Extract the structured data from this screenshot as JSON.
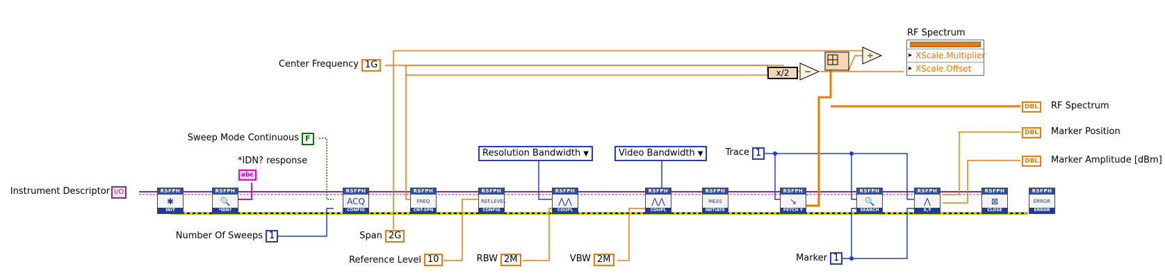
{
  "labels": {
    "instrument_descriptor": "Instrument Descriptor",
    "idn_response": "*IDN? response",
    "sweep_mode_continuous": "Sweep Mode Continuous",
    "number_of_sweeps": "Number Of Sweeps",
    "center_frequency": "Center Frequency",
    "span": "Span",
    "reference_level": "Reference Level",
    "rbw": "RBW",
    "vbw": "VBW",
    "trace": "Trace",
    "marker": "Marker",
    "rf_spectrum_graph": "RF Spectrum",
    "rf_spectrum_out": "RF Spectrum",
    "marker_position": "Marker Position",
    "marker_amplitude": "Marker Amplitude [dBm]"
  },
  "constants": {
    "center_frequency": "1G",
    "span": "2G",
    "reference_level": "10",
    "rbw": "2M",
    "vbw": "2M",
    "trace": "1",
    "marker": "1",
    "number_of_sweeps": "1",
    "sweep_mode_continuous": "F"
  },
  "rings": {
    "resolution_bandwidth": "Resolution Bandwidth",
    "video_bandwidth": "Video Bandwidth"
  },
  "terminals": {
    "io": "I/O",
    "abc": "abc",
    "dbl": "DBL"
  },
  "property_node": {
    "row1": "XScale.Multiplier",
    "row2": "XScale.Offset"
  },
  "primitives": {
    "x_div_2": "x/2"
  },
  "vis": [
    {
      "header": "RSFPH",
      "footer": "INIT",
      "glyph": "✱"
    },
    {
      "header": "RSFPH",
      "footer": "*IDN?",
      "glyph": "🔍"
    },
    {
      "header": "RSFPH",
      "footer": "CONFIG",
      "glyph": "ACQ"
    },
    {
      "header": "RSFPH",
      "footer": "CNT-SPN",
      "glyph": "FREQ"
    },
    {
      "header": "RSFPH",
      "footer": "CONFIG",
      "glyph": "REF.LEVEL"
    },
    {
      "header": "RSFPH",
      "footer": "COUPL",
      "glyph": "⋀⋀"
    },
    {
      "header": "RSFPH",
      "footer": "COUPL",
      "glyph": "⋀⋀"
    },
    {
      "header": "RSFPH",
      "footer": "INITIATE",
      "glyph": "MEAS"
    },
    {
      "header": "RSFPH",
      "footer": "FETCH Y",
      "glyph": "↘"
    },
    {
      "header": "RSFPH",
      "footer": "SEARCH",
      "glyph": "🔍"
    },
    {
      "header": "RSFPH",
      "footer": "X,Y",
      "glyph": "⋀"
    },
    {
      "header": "RSFPH",
      "footer": "CLOSE",
      "glyph": "⊠"
    },
    {
      "header": "RSFPH",
      "footer": "ERROR",
      "glyph": "ERROR"
    }
  ],
  "colors": {
    "orange_wire": "#f07800",
    "blue_wire": "#1e3ccc",
    "purple_wire": "#8b2a8b",
    "error_wire": "#c8c800",
    "green_bool": "#007a00"
  }
}
